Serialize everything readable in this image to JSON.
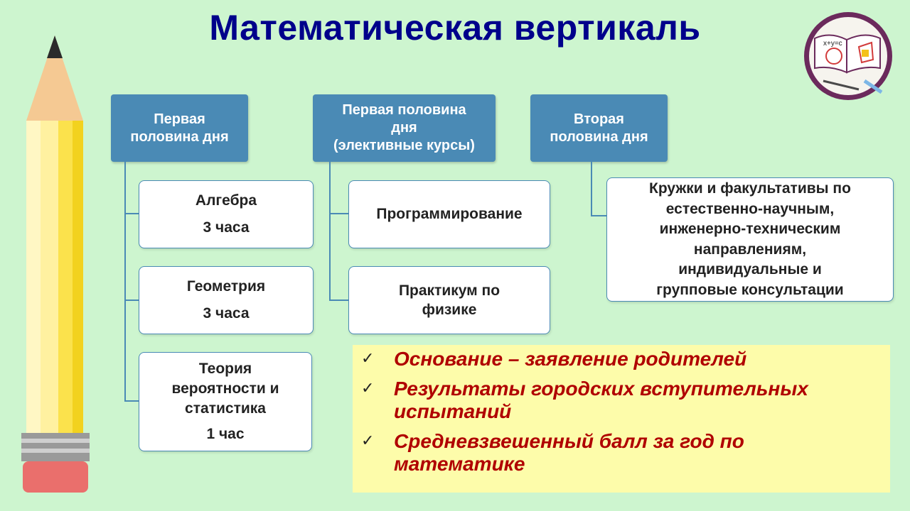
{
  "title": "Математическая вертикаль",
  "columns": [
    {
      "header": [
        "Первая",
        "половина дня"
      ],
      "items": [
        {
          "lines": [
            "Алгебра",
            "3 часа"
          ]
        },
        {
          "lines": [
            "Геометрия",
            "3 часа"
          ]
        },
        {
          "lines": [
            "Теория",
            "вероятности и",
            "статистика",
            "1 час"
          ]
        }
      ]
    },
    {
      "header": [
        "Первая половина",
        "дня",
        "(элективные курсы)"
      ],
      "items": [
        {
          "lines": [
            "Программирование"
          ]
        },
        {
          "lines": [
            "Практикум по",
            "физике"
          ]
        }
      ]
    },
    {
      "header": [
        "Вторая",
        "половина дня"
      ],
      "items": [
        {
          "lines": [
            "Кружки и факультативы по",
            "естественно-научным,",
            "инженерно-техническим",
            "направлениям,",
            "индивидуальные и",
            "групповые консультации"
          ]
        }
      ]
    }
  ],
  "conditions": [
    {
      "lines": [
        "Основание – заявление родителей"
      ]
    },
    {
      "lines": [
        "Результаты городских вступительных",
        "испытаний"
      ]
    },
    {
      "lines": [
        "Средневзвешенный балл за год по",
        "математике"
      ]
    }
  ],
  "check_symbol": "✓",
  "colors": {
    "background": "#cdf5cf",
    "title": "#00008b",
    "header_box": "#4a8ab5",
    "condition_text": "#b00000",
    "condition_bg": "#fdfcaa"
  },
  "icons": [
    "pencil-illustration",
    "math-book-emblem-icon",
    "check-icon"
  ]
}
